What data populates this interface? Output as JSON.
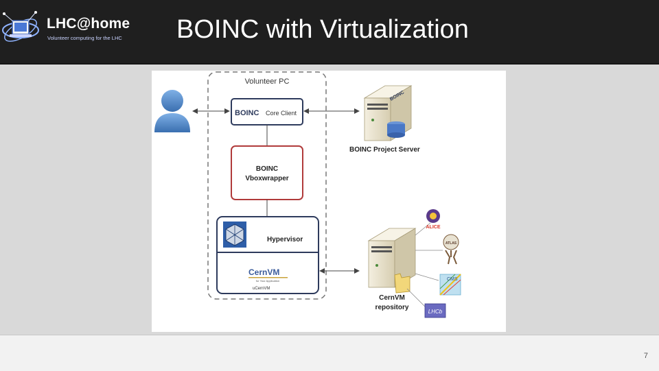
{
  "header": {
    "logo_title": "LHC@home",
    "logo_subtitle": "Volunteer computing for the LHC",
    "slide_title": "BOINC with Virtualization"
  },
  "diagram": {
    "volunteer_pc_label": "Volunteer PC",
    "boinc_logo_text": "BOINC",
    "core_client_label": "Core Client",
    "vboxwrapper_line1": "BOINC",
    "vboxwrapper_line2": "Vboxwrapper",
    "hypervisor_label": "Hypervisor",
    "cernvm_logo_text": "CernVM",
    "cernvm_tagline": "for Your Application",
    "ucernvm_label": "uCernVM",
    "project_server_label": "BOINC Project Server",
    "repository_line1": "CernVM",
    "repository_line2": "repository",
    "experiments": [
      "ALICE",
      "ATLAS",
      "CMS",
      "LHCb"
    ]
  },
  "footer": {
    "page_number": "7"
  },
  "colors": {
    "header_bg": "#1f1f1f",
    "slide_bg": "#d9d9d9",
    "box_border_navy": "#2d3a5c",
    "box_border_red": "#b03a3a",
    "server_beige": "#eae3cf",
    "user_blue": "#4f86c6"
  }
}
